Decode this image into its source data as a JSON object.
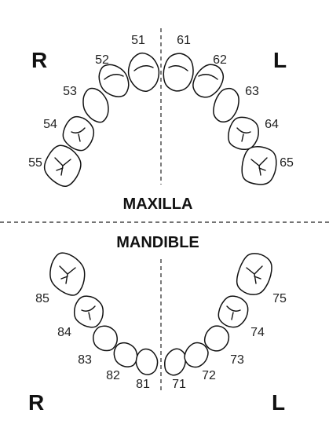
{
  "labels": {
    "right_upper": "R",
    "left_upper": "L",
    "right_lower": "R",
    "left_lower": "L",
    "maxilla": "MAXILLA",
    "mandible": "MANDIBLE"
  },
  "maxilla_teeth": [
    "55",
    "54",
    "53",
    "52",
    "51",
    "61",
    "62",
    "63",
    "64",
    "65"
  ],
  "mandible_teeth": [
    "85",
    "84",
    "83",
    "82",
    "81",
    "71",
    "72",
    "73",
    "74",
    "75"
  ]
}
